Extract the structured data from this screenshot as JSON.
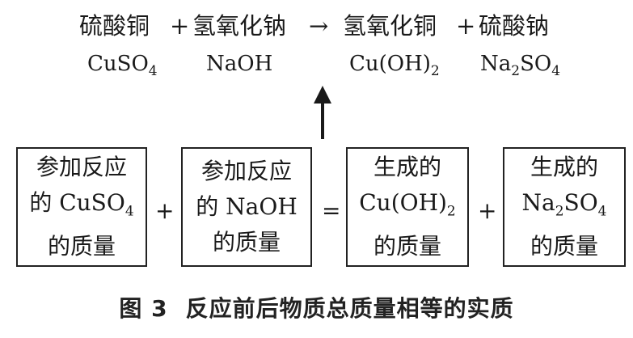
{
  "equation": {
    "reactant1_name": "硫酸铜",
    "plus1": "+",
    "reactant2_name": "氢氧化钠",
    "arrow": "→",
    "product1_name": "氢氧化铜",
    "plus2": "+",
    "product2_name": "硫酸钠",
    "reactant1_formula_a": "CuSO",
    "reactant1_formula_sub": "4",
    "reactant2_formula": "NaOH",
    "product1_formula_a": "Cu(OH)",
    "product1_formula_sub": "2",
    "product2_formula_a": "Na",
    "product2_formula_sub1": "2",
    "product2_formula_b": "SO",
    "product2_formula_sub2": "4"
  },
  "boxes": {
    "box1": {
      "line1": "参加反应",
      "line2_pre": "的 CuSO",
      "line2_sub": "4",
      "line3": "的质量"
    },
    "box2": {
      "line1": "参加反应",
      "line2": "的 NaOH",
      "line3": "的质量"
    },
    "box3": {
      "line1": "生成的",
      "line2_pre": "Cu(OH)",
      "line2_sub": "2",
      "line3": "的质量"
    },
    "box4": {
      "line1": "生成的",
      "line2_pre": "Na",
      "line2_sub1": "2",
      "line2_mid": "SO",
      "line2_sub2": "4",
      "line3": "的质量"
    }
  },
  "operators": {
    "plus_a": "+",
    "equals": "=",
    "plus_b": "+"
  },
  "caption": {
    "number": "图 3",
    "text": "反应前后物质总质量相等的实质"
  }
}
